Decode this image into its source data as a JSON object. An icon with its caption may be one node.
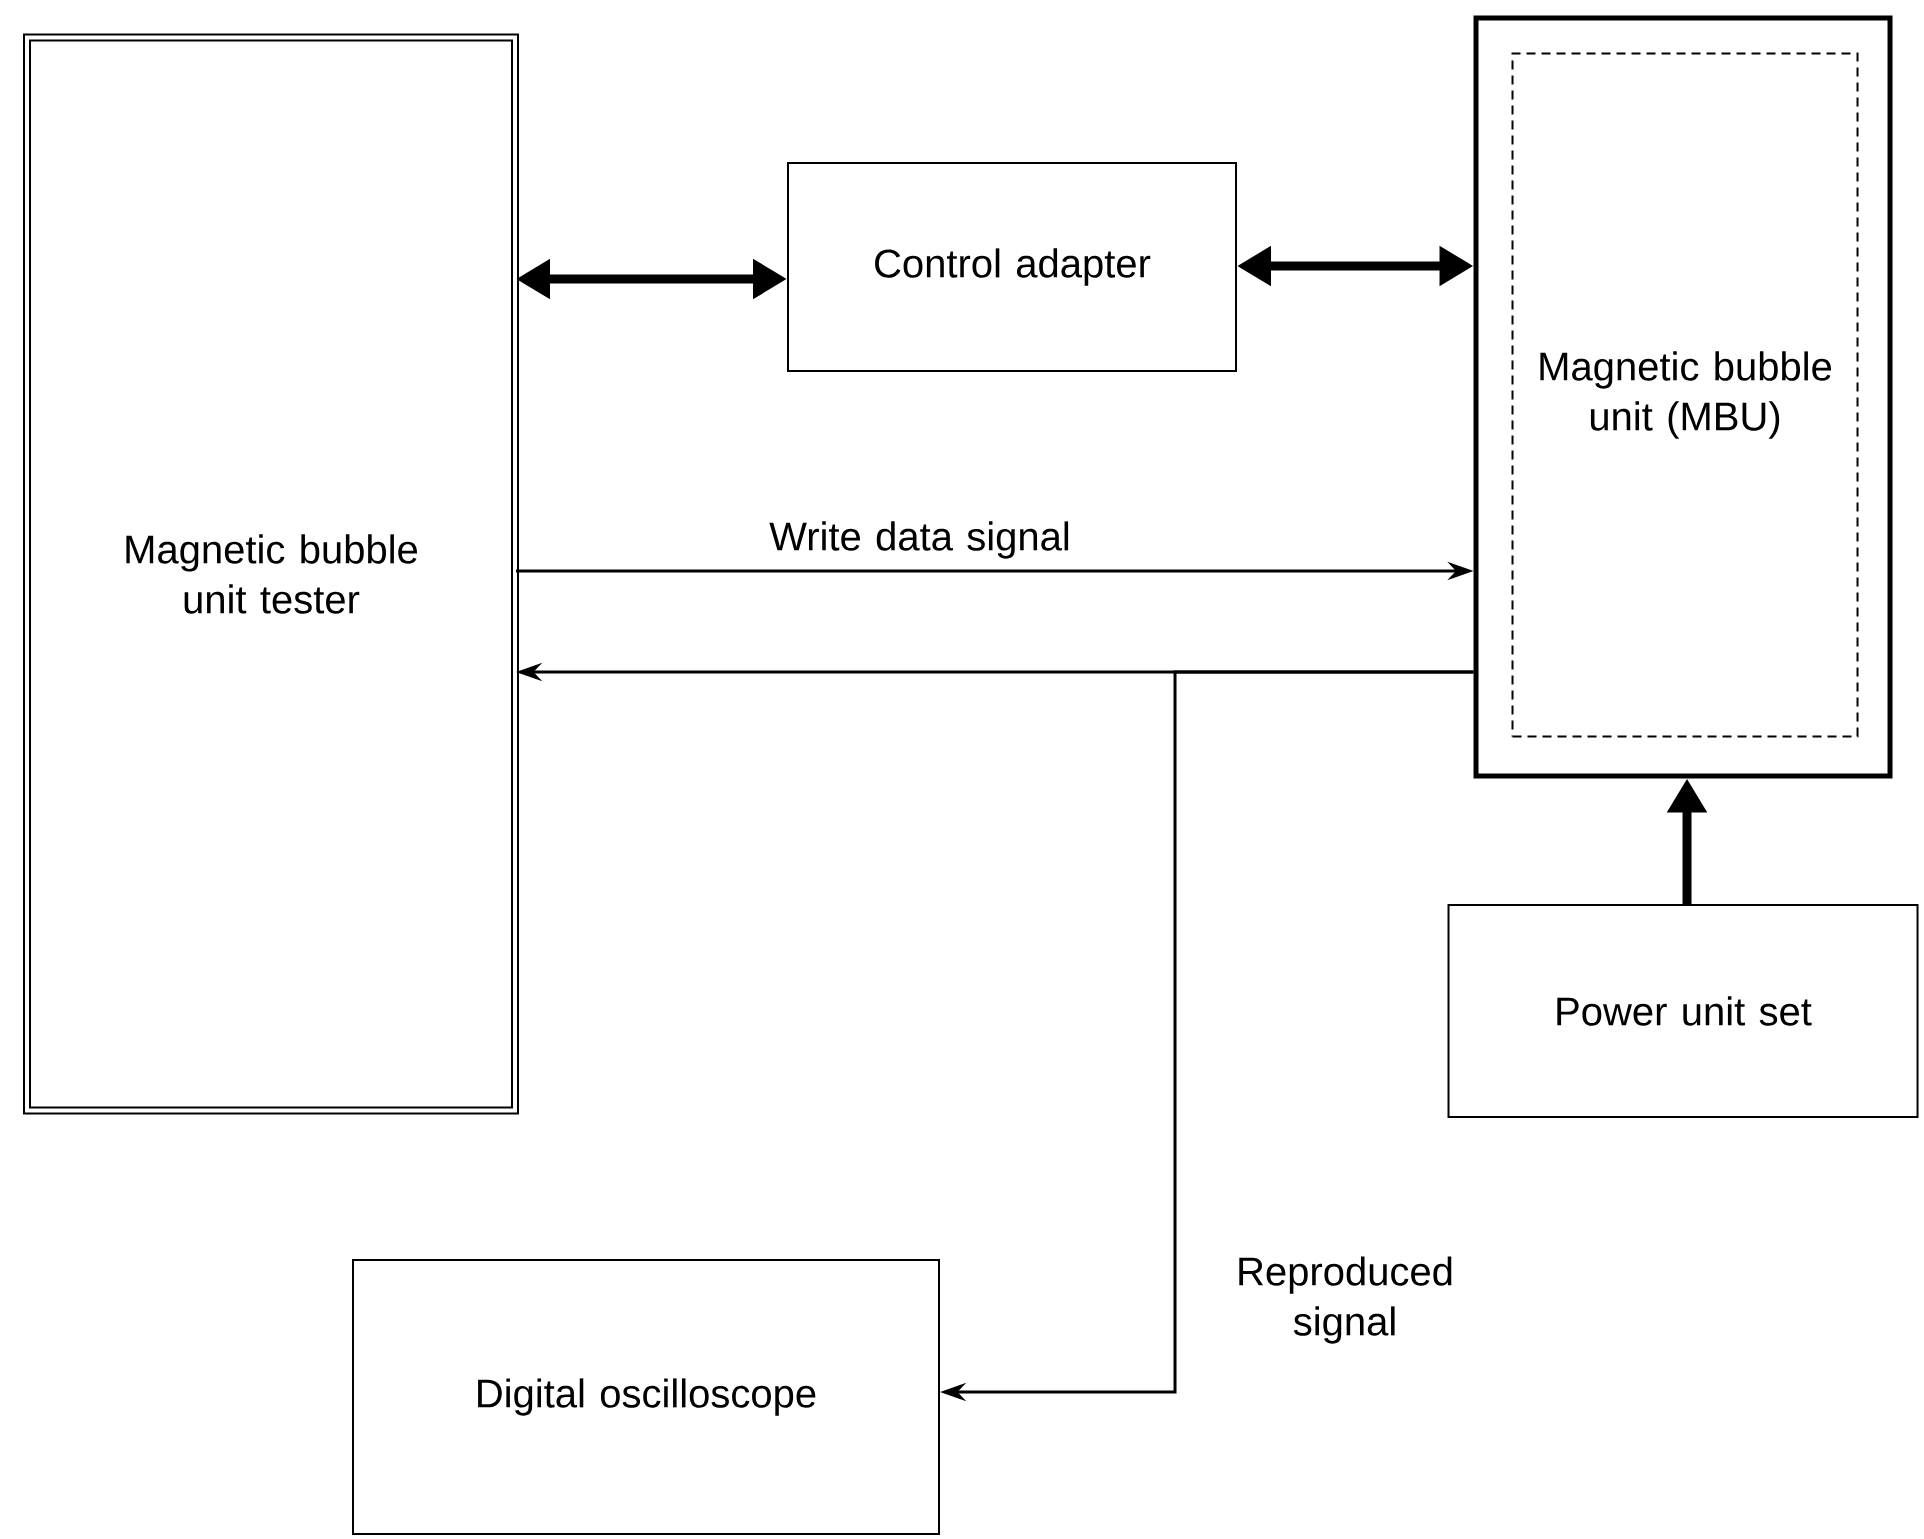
{
  "diagram": {
    "nodes": [
      {
        "text": [
          "Magnetic bubble unit tester"
        ]
      },
      {
        "text": [
          "Control adapter"
        ]
      },
      {
        "text": [],
        "shape": "box"
      },
      {
        "text": [
          "Magnetic bubble unit (MBU)"
        ],
        "in": 2
      },
      {
        "text": [
          "Power unit set"
        ]
      },
      {
        "text": [
          "Digital oscilloscope"
        ]
      }
    ],
    "edges": [
      {
        "from": 0,
        "to": 1,
        "arrow": "both",
        "style": "thick"
      },
      {
        "from": 1,
        "to": 2,
        "arrow": "both",
        "style": "thick"
      },
      {
        "from": 0,
        "to": 2,
        "arrow": "to",
        "label": "Write data signal"
      },
      {
        "from": 2,
        "to": 0,
        "arrow": "to"
      },
      {
        "from": 2,
        "to": 5,
        "arrow": "to",
        "label": "Reproduced signal"
      },
      {
        "from": 4,
        "to": 2,
        "arrow": "to",
        "style": "thick"
      }
    ]
  }
}
